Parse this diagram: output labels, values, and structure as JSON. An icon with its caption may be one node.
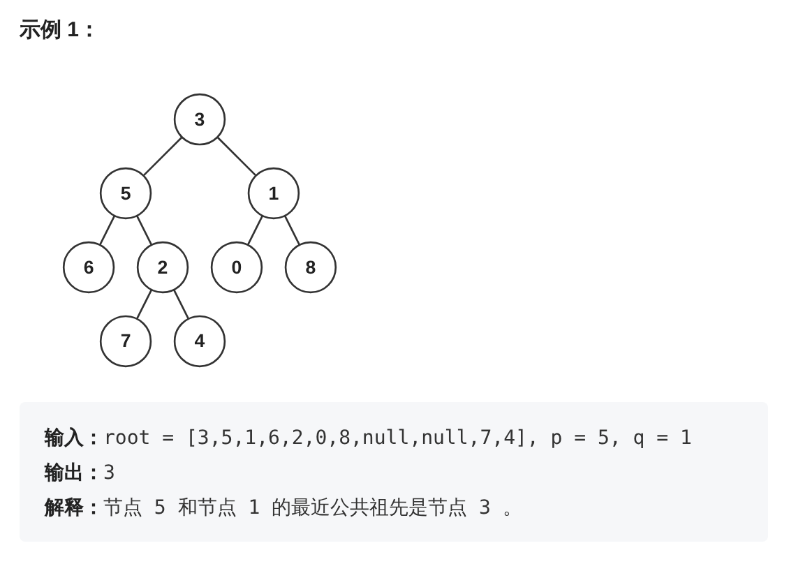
{
  "diagram": {
    "title": "示例 1：",
    "nodes": [
      {
        "text": [
          "3"
        ]
      },
      {
        "text": [
          "5"
        ]
      },
      {
        "text": [
          "1"
        ]
      },
      {
        "text": [
          "6"
        ]
      },
      {
        "text": [
          "2"
        ]
      },
      {
        "text": [
          "0"
        ]
      },
      {
        "text": [
          "8"
        ]
      },
      {
        "text": [
          "7"
        ]
      },
      {
        "text": [
          "4"
        ]
      }
    ],
    "edges": [
      {
        "from": 0,
        "to": 1,
        "arrow": "none"
      },
      {
        "from": 0,
        "to": 2,
        "arrow": "none"
      },
      {
        "from": 1,
        "to": 3,
        "arrow": "none"
      },
      {
        "from": 1,
        "to": 4,
        "arrow": "none"
      },
      {
        "from": 2,
        "to": 5,
        "arrow": "none"
      },
      {
        "from": 2,
        "to": 6,
        "arrow": "none"
      },
      {
        "from": 4,
        "to": 7,
        "arrow": "none"
      },
      {
        "from": 4,
        "to": 8,
        "arrow": "none"
      }
    ],
    "labels": [
      "**输入：**root = [3,5,1,6,2,0,8,null,null,7,4], p = 5, q = 1",
      "**输出：**3",
      "**解释：**节点 5 和节点 1 的最近公共祖先是节点 3 。"
    ]
  }
}
